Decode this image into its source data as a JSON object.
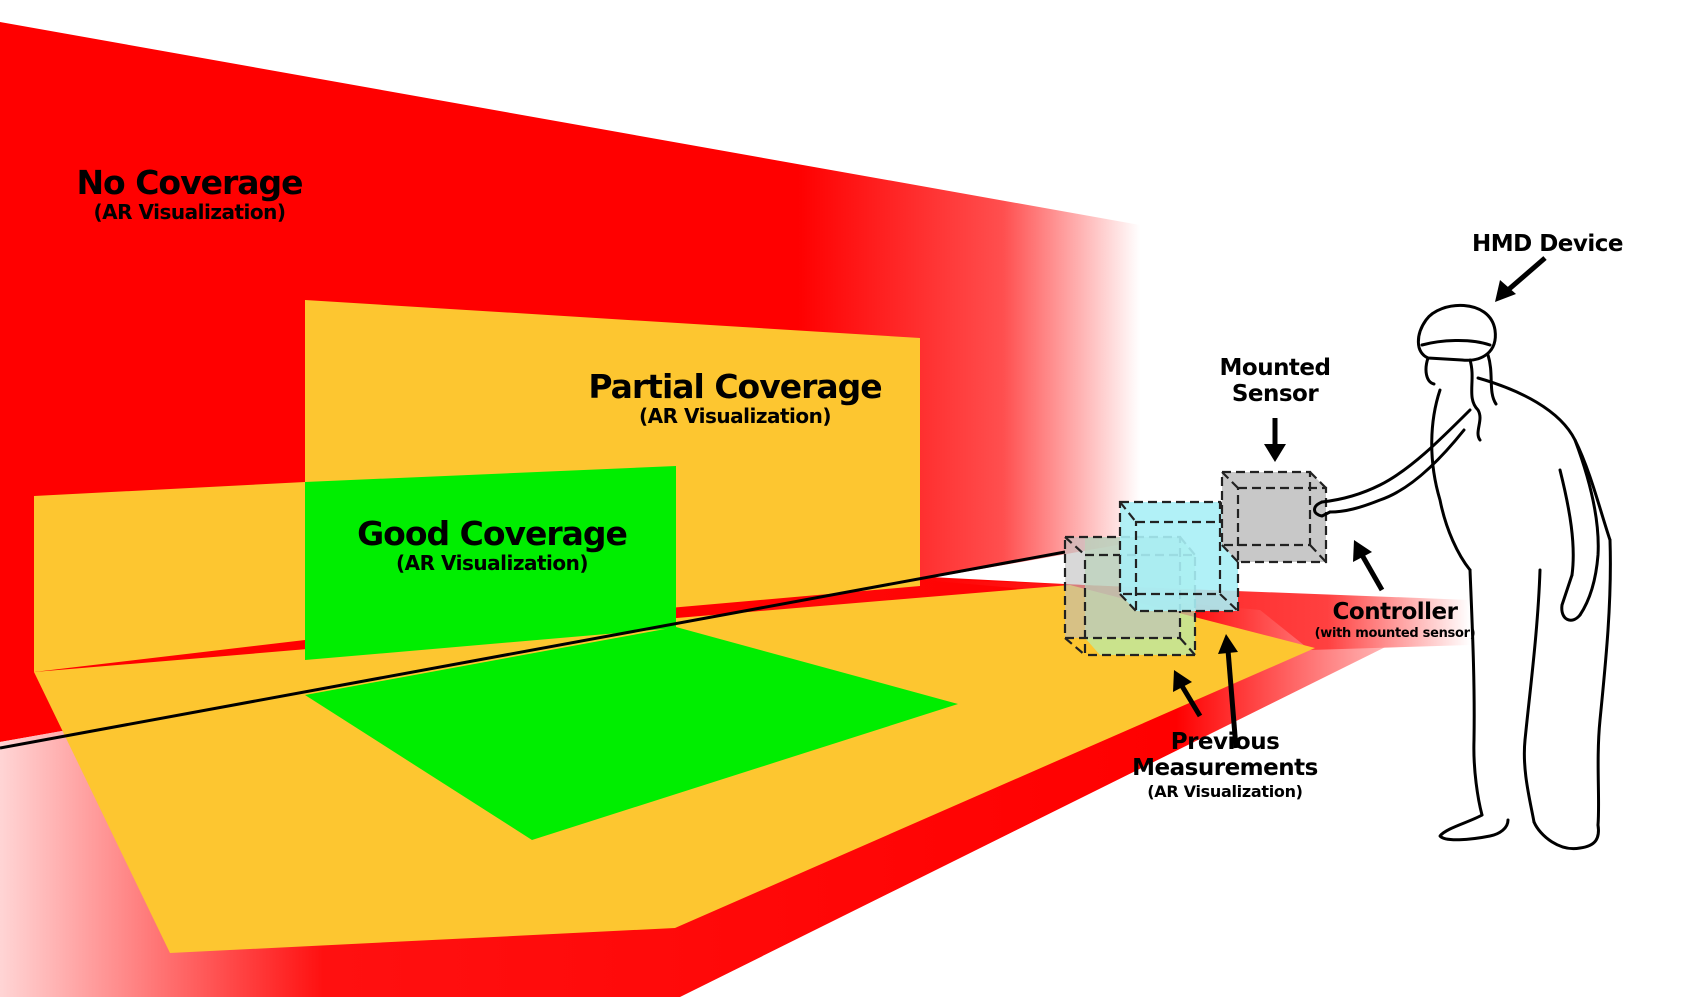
{
  "colors": {
    "no_coverage": "#ff0000",
    "partial_coverage": "#fdc630",
    "good_coverage": "#00ee00",
    "sensor_gray": "#c8c8c8",
    "measurement_cyan": "#a8f0f6",
    "measurement_green": "#b4f0b4",
    "outline": "#000000"
  },
  "labels": {
    "no_coverage": {
      "title": "No Coverage",
      "subtitle": "(AR Visualization)"
    },
    "partial_coverage": {
      "title": "Partial Coverage",
      "subtitle": "(AR Visualization)"
    },
    "good_coverage": {
      "title": "Good Coverage",
      "subtitle": "(AR Visualization)"
    },
    "mounted_sensor": {
      "line1": "Mounted",
      "line2": "Sensor"
    },
    "hmd_device": {
      "title": "HMD Device"
    },
    "controller": {
      "title": "Controller",
      "subtitle": "(with mounted sensor)"
    },
    "previous_measurements": {
      "line1": "Previous",
      "line2": "Measurements",
      "subtitle": "(AR Visualization)"
    }
  },
  "icons": [
    "hmd-arrow-icon",
    "sensor-arrow-icon",
    "controller-arrow-icon",
    "measurement-arrow-icon",
    "person-icon"
  ]
}
